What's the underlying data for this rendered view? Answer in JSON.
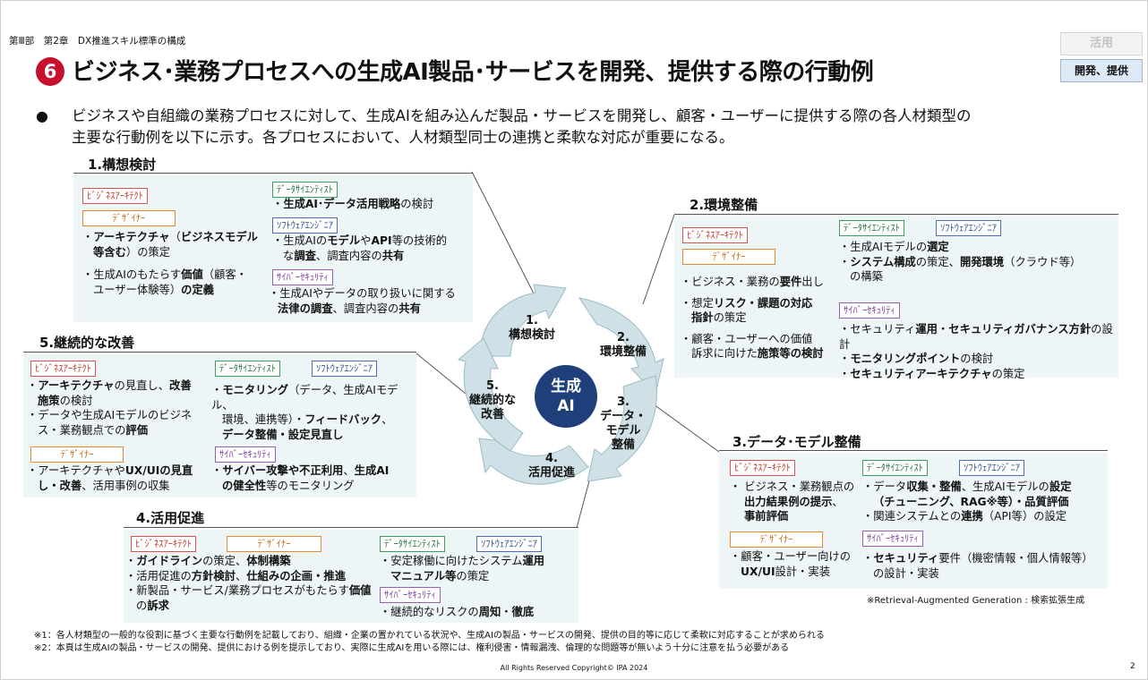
{
  "header": {
    "breadcrumb": "第Ⅲ部　第2章　DX推進スキル標準の構成",
    "number": "6",
    "title": "ビジネス･業務プロセスへの生成AI製品･サービスを開発、提供する際の行動例",
    "tag_inactive": "活用",
    "tag_active": "開発、提供"
  },
  "intro": {
    "bullet": "●",
    "line1": "ビジネスや自組織の業務プロセスに対して、生成AIを組み込んだ製品・サービスを開発し、顧客・ユーザーに提供する際の各人材類型の",
    "line2": "主要な行動例を以下に示す。各プロセスにおいて、人材類型同士の連携と柔軟な対応が重要になる。"
  },
  "roles": {
    "biz": "ﾋﾞｼﾞﾈｽｱｰｷﾃｸﾄ",
    "des": "ﾃﾞｻﾞｲﾅｰ",
    "ds": "ﾃﾞｰﾀｻｲｴﾝﾃｨｽﾄ",
    "sw": "ｿﾌﾄｳｪｱｴﾝｼﾞﾆｱ",
    "sec": "ｻｲﾊﾞｰｾｷｭﾘﾃｨ"
  },
  "colors": {
    "accent_red": "#c8102e",
    "navy": "#1e3f7a",
    "cycle_fill": "#cfe1e6",
    "box_fill": "#eef5f7"
  },
  "cycle": {
    "center_line1": "生成",
    "center_line2": "AI",
    "s1_num": "1.",
    "s1_label": "構想検討",
    "s2_num": "2.",
    "s2_label": "環境整備",
    "s3_num": "3.",
    "s3_label1": "データ・",
    "s3_label2": "モデル",
    "s3_label3": "整備",
    "s4_num": "4.",
    "s4_label": "活用促進",
    "s5_num": "5.",
    "s5_label1": "継続的な",
    "s5_label2": "改善"
  },
  "sections": {
    "s1_title": "1.構想検討",
    "s2_title": "2.環境整備",
    "s3_title": "3.データ･モデル整備",
    "s4_title": "4.活用促進",
    "s5_title": "5.継続的な改善"
  },
  "footnotes": {
    "rag": "※Retrieval-Augmented Generation : 検索拡張生成",
    "note1": "※1：各人材類型の一般的な役割に基づく主要な行動例を記載しており、組織・企業の置かれている状況や、生成AIの製品・サービスの開発、提供の目的等に応じて柔軟に対応することが求められる",
    "note2": "※2：本頁は生成AIの製品・サービスの開発、提供における例を提示しており、実際に生成AIを用いる際には、権利侵害・情報漏洩、倫理的な問題等が無いよう十分に注意を払う必要がある",
    "copyright": "All Rights Reserved Copyright© IPA 2024",
    "page": "2"
  }
}
